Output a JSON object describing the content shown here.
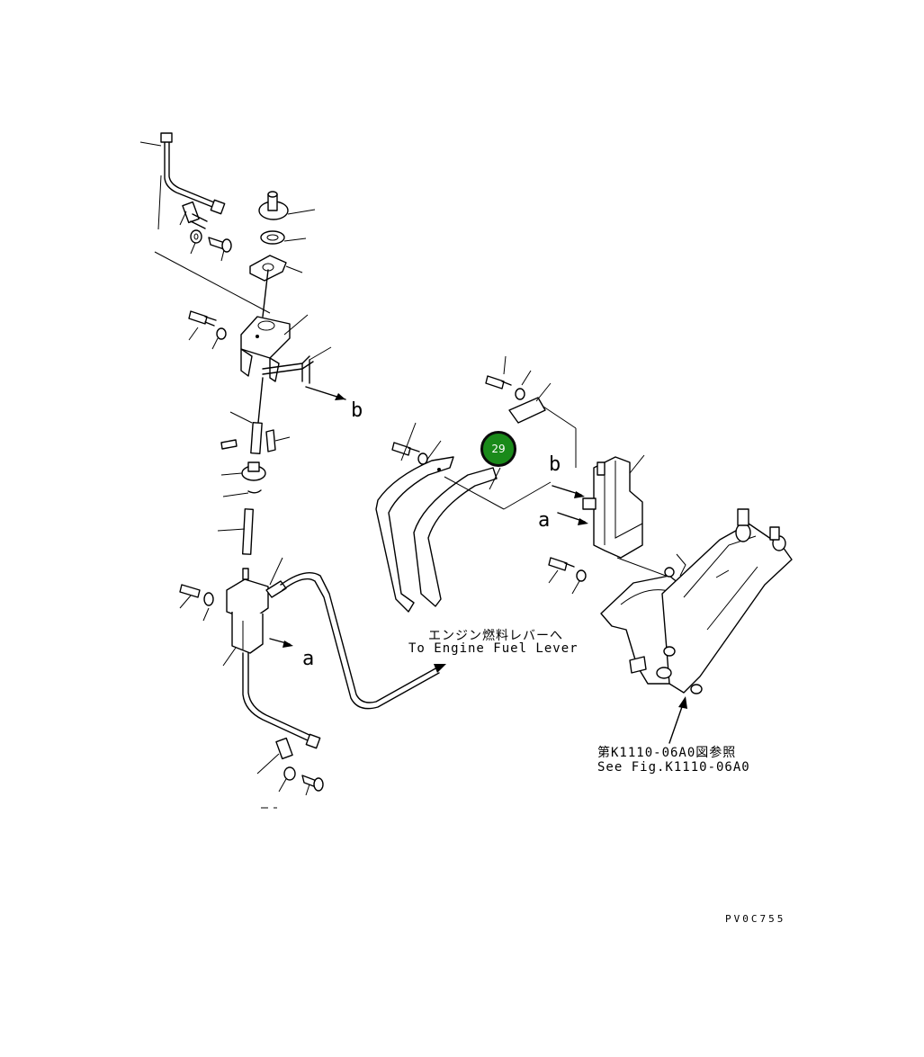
{
  "diagram": {
    "labels": {
      "ref_b_upper": "b",
      "ref_b_right": "b",
      "ref_a_left": "a",
      "ref_a_right": "a"
    },
    "notes": {
      "fuel_lever_jp": "エンジン燃料レバーへ",
      "fuel_lever_en": "To Engine Fuel Lever",
      "see_fig_jp": "第K1110-06A0図参照",
      "see_fig_en": "See Fig.K1110-06A0"
    },
    "callout": {
      "number": "29",
      "color": "#1a8a1a"
    },
    "drawing_code": "PV0C755"
  }
}
